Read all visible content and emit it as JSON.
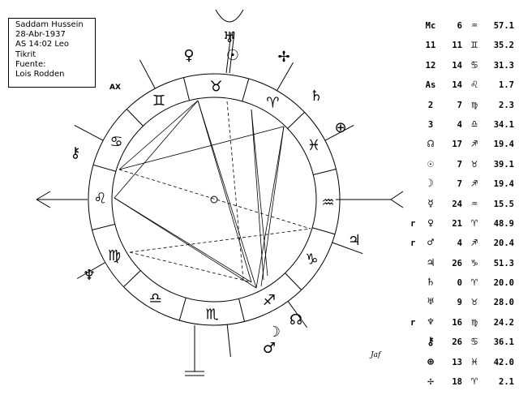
{
  "info": {
    "name": "Saddam Hussein",
    "date": "28-Abr-1937",
    "as": "AS 14:02 Leo",
    "place": "Tikrit",
    "source_label": "Fuente:",
    "source": "Lois Rodden"
  },
  "wheel_labels": {
    "ax": "AX"
  },
  "house_signs": [
    "♊",
    "♉",
    "♈",
    "♓",
    "♒",
    "♑",
    "♐",
    "♏",
    "♎",
    "♍",
    "♌",
    "♋"
  ],
  "outer_glyphs": [
    {
      "name": "uranus-glyph",
      "glyph": "♅"
    },
    {
      "name": "sun-glyph",
      "glyph": "☉"
    },
    {
      "name": "venus-glyph",
      "glyph": "♀"
    },
    {
      "name": "point-glyph",
      "glyph": "✢"
    },
    {
      "name": "saturn-glyph",
      "glyph": "♄"
    },
    {
      "name": "part-of-fortune-glyph",
      "glyph": "⊕"
    },
    {
      "name": "jupiter-glyph",
      "glyph": "♃"
    },
    {
      "name": "mars-glyph",
      "glyph": "♂"
    },
    {
      "name": "moon-glyph",
      "glyph": "☽"
    },
    {
      "name": "north-node-glyph",
      "glyph": "☊"
    },
    {
      "name": "neptune-glyph",
      "glyph": "♆"
    },
    {
      "name": "chiron-glyph",
      "glyph": "⚷"
    }
  ],
  "positions": [
    {
      "flag": "",
      "body": "Mc",
      "deg": "6",
      "sign": "♒",
      "min": "57.1"
    },
    {
      "flag": "",
      "body": "11",
      "deg": "11",
      "sign": "♊",
      "min": "35.2"
    },
    {
      "flag": "",
      "body": "12",
      "deg": "14",
      "sign": "♋",
      "min": "31.3"
    },
    {
      "flag": "",
      "body": "As",
      "deg": "14",
      "sign": "♌",
      "min": "1.7"
    },
    {
      "flag": "",
      "body": "2",
      "deg": "7",
      "sign": "♍",
      "min": "2.3"
    },
    {
      "flag": "",
      "body": "3",
      "deg": "4",
      "sign": "♎",
      "min": "34.1"
    },
    {
      "flag": "",
      "body": "☊",
      "deg": "17",
      "sign": "♐",
      "min": "19.4"
    },
    {
      "flag": "",
      "body": "☉",
      "deg": "7",
      "sign": "♉",
      "min": "39.1"
    },
    {
      "flag": "",
      "body": "☽",
      "deg": "7",
      "sign": "♐",
      "min": "19.4"
    },
    {
      "flag": "",
      "body": "☿",
      "deg": "24",
      "sign": "♒",
      "min": "15.5"
    },
    {
      "flag": "r",
      "body": "♀",
      "deg": "21",
      "sign": "♈",
      "min": "48.9"
    },
    {
      "flag": "r",
      "body": "♂",
      "deg": "4",
      "sign": "♐",
      "min": "20.4"
    },
    {
      "flag": "",
      "body": "♃",
      "deg": "26",
      "sign": "♑",
      "min": "51.3"
    },
    {
      "flag": "",
      "body": "♄",
      "deg": "0",
      "sign": "♈",
      "min": "20.0"
    },
    {
      "flag": "",
      "body": "♅",
      "deg": "9",
      "sign": "♉",
      "min": "28.0"
    },
    {
      "flag": "r",
      "body": "♆",
      "deg": "16",
      "sign": "♍",
      "min": "24.2"
    },
    {
      "flag": "",
      "body": "⚷",
      "deg": "26",
      "sign": "♋",
      "min": "36.1"
    },
    {
      "flag": "",
      "body": "⊕",
      "deg": "13",
      "sign": "♓",
      "min": "42.0"
    },
    {
      "flag": "",
      "body": "✢",
      "deg": "18",
      "sign": "♈",
      "min": "2.1"
    }
  ],
  "signature": "Jaf"
}
